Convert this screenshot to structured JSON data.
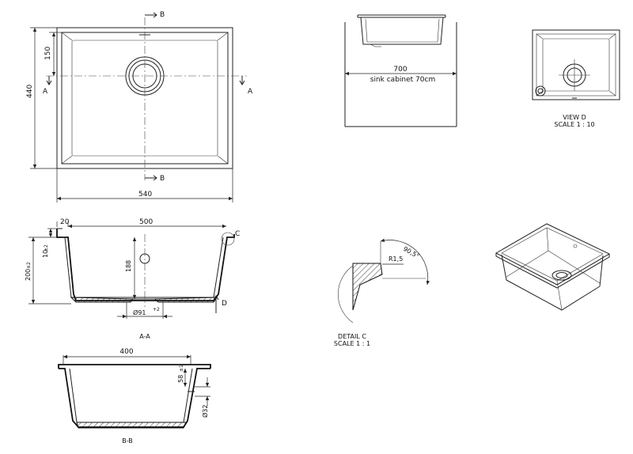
{
  "top_view": {
    "dim_width": "540",
    "dim_height": "440",
    "dim_hole_offset": "150",
    "section_a": "A",
    "section_b": "B"
  },
  "cabinet_view": {
    "dim_width": "700",
    "note": "sink cabinet 70cm"
  },
  "view_d": {
    "title": "VIEW D",
    "scale": "SCALE 1 : 10"
  },
  "section_aa": {
    "title": "A-A",
    "dim_rim": "20",
    "dim_inner_width": "500",
    "dim_height": "200",
    "dim_height_tol": "±2",
    "dim_10": "10",
    "dim_10_tol": "±2",
    "dim_depth": "188",
    "dim_drain": "Ø91",
    "dim_drain_tol": "+2",
    "callout_c": "C",
    "callout_d": "D"
  },
  "detail_c": {
    "title": "DETAIL C",
    "scale": "SCALE 1 : 1",
    "radius": "R1,5",
    "angle": "90,5°"
  },
  "section_bb": {
    "title": "B-B",
    "dim_width": "400",
    "dim_58": "58",
    "dim_58_tol": "±1",
    "dim_hole": "Ø32"
  }
}
